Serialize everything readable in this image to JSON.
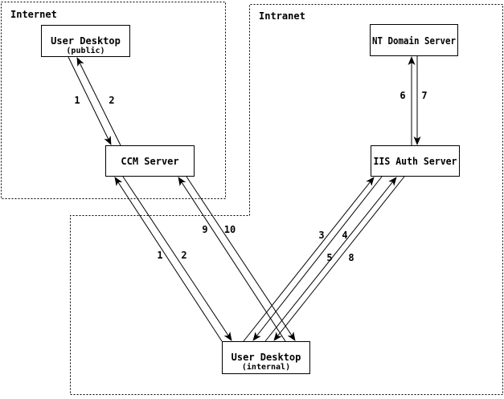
{
  "diagram": {
    "colors": {
      "background": "#ffffff",
      "line": "#000000",
      "text": "#000000"
    },
    "zones": {
      "internet": {
        "label": "Internet"
      },
      "intranet": {
        "label": "Intranet"
      }
    },
    "nodes": {
      "user_desktop_public": {
        "title": "User Desktop",
        "subtitle": "(public)"
      },
      "ccm_server": {
        "title": "CCM Server"
      },
      "nt_domain_server": {
        "title": "NT Domain Server"
      },
      "iis_auth_server": {
        "title": "IIS Auth Server"
      },
      "user_desktop_internal": {
        "title": "User Desktop",
        "subtitle": "(internal)"
      }
    },
    "edges": {
      "public_desktop_to_ccm": {
        "label": "1"
      },
      "ccm_to_public_desktop": {
        "label": "2"
      },
      "internal_desktop_to_ccm": {
        "label": "1"
      },
      "ccm_to_internal_desktop": {
        "label": "2"
      },
      "internal_desktop_to_iis_first": {
        "label": "3"
      },
      "iis_to_internal_desktop_first": {
        "label": "4"
      },
      "internal_desktop_to_iis_second": {
        "label": "5"
      },
      "iis_to_nt_domain": {
        "label": "6"
      },
      "nt_domain_to_iis": {
        "label": "7"
      },
      "iis_to_internal_desktop_second": {
        "label": "8"
      },
      "internal_desktop_to_ccm_second": {
        "label": "9"
      },
      "ccm_to_internal_desktop_second": {
        "label": "10"
      }
    }
  }
}
